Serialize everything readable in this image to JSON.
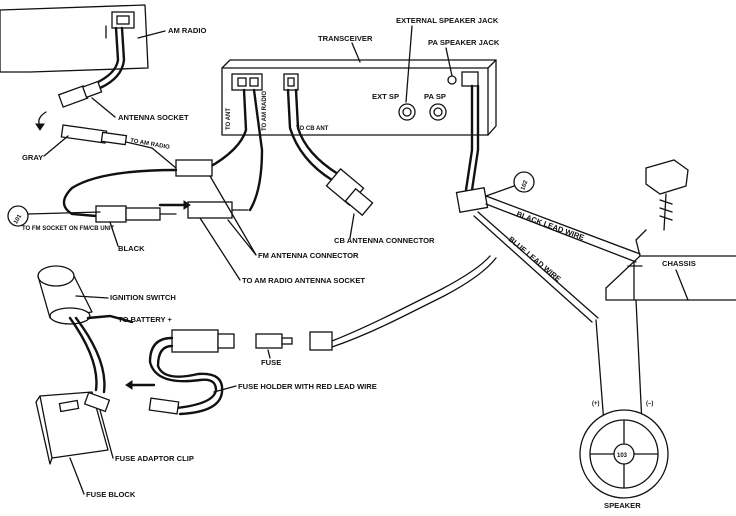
{
  "labels": {
    "am_radio": "AM RADIO",
    "transceiver": "TRANSCEIVER",
    "external_speaker_jack": "EXTERNAL SPEAKER JACK",
    "pa_speaker_jack": "PA SPEAKER JACK",
    "ext_sp": "EXT SP",
    "pa_sp": "PA SP",
    "antenna_socket": "ANTENNA SOCKET",
    "to_ant": "TO ANT",
    "to_am_radio_panel": "TO AM RADIO",
    "to_cb_ant": "TO CB ANT",
    "gray": "GRAY",
    "to_am_radio": "TO AM RADIO",
    "callout_101": "101",
    "to_fm_socket": "TO FM SOCKET ON FM/CB UNIT",
    "black": "BLACK",
    "cb_antenna_connector": "CB ANTENNA CONNECTOR",
    "fm_antenna_connector": "FM ANTENNA CONNECTOR",
    "to_am_radio_antenna_socket": "TO AM RADIO ANTENNA SOCKET",
    "callout_102": "102",
    "black_lead_wire": "BLACK LEAD WIRE",
    "blue_lead_wire": "BLUE LEAD WIRE",
    "chassis": "CHASSIS",
    "ignition_switch": "IGNITION SWITCH",
    "to_battery": "TO BATTERY +",
    "fuse": "FUSE",
    "fuse_holder": "FUSE HOLDER WITH RED LEAD WIRE",
    "fuse_adaptor_clip": "FUSE ADAPTOR CLIP",
    "fuse_block": "FUSE BLOCK",
    "speaker": "SPEAKER",
    "speaker_callout": "103",
    "plus": "(+)",
    "minus": "(–)"
  }
}
